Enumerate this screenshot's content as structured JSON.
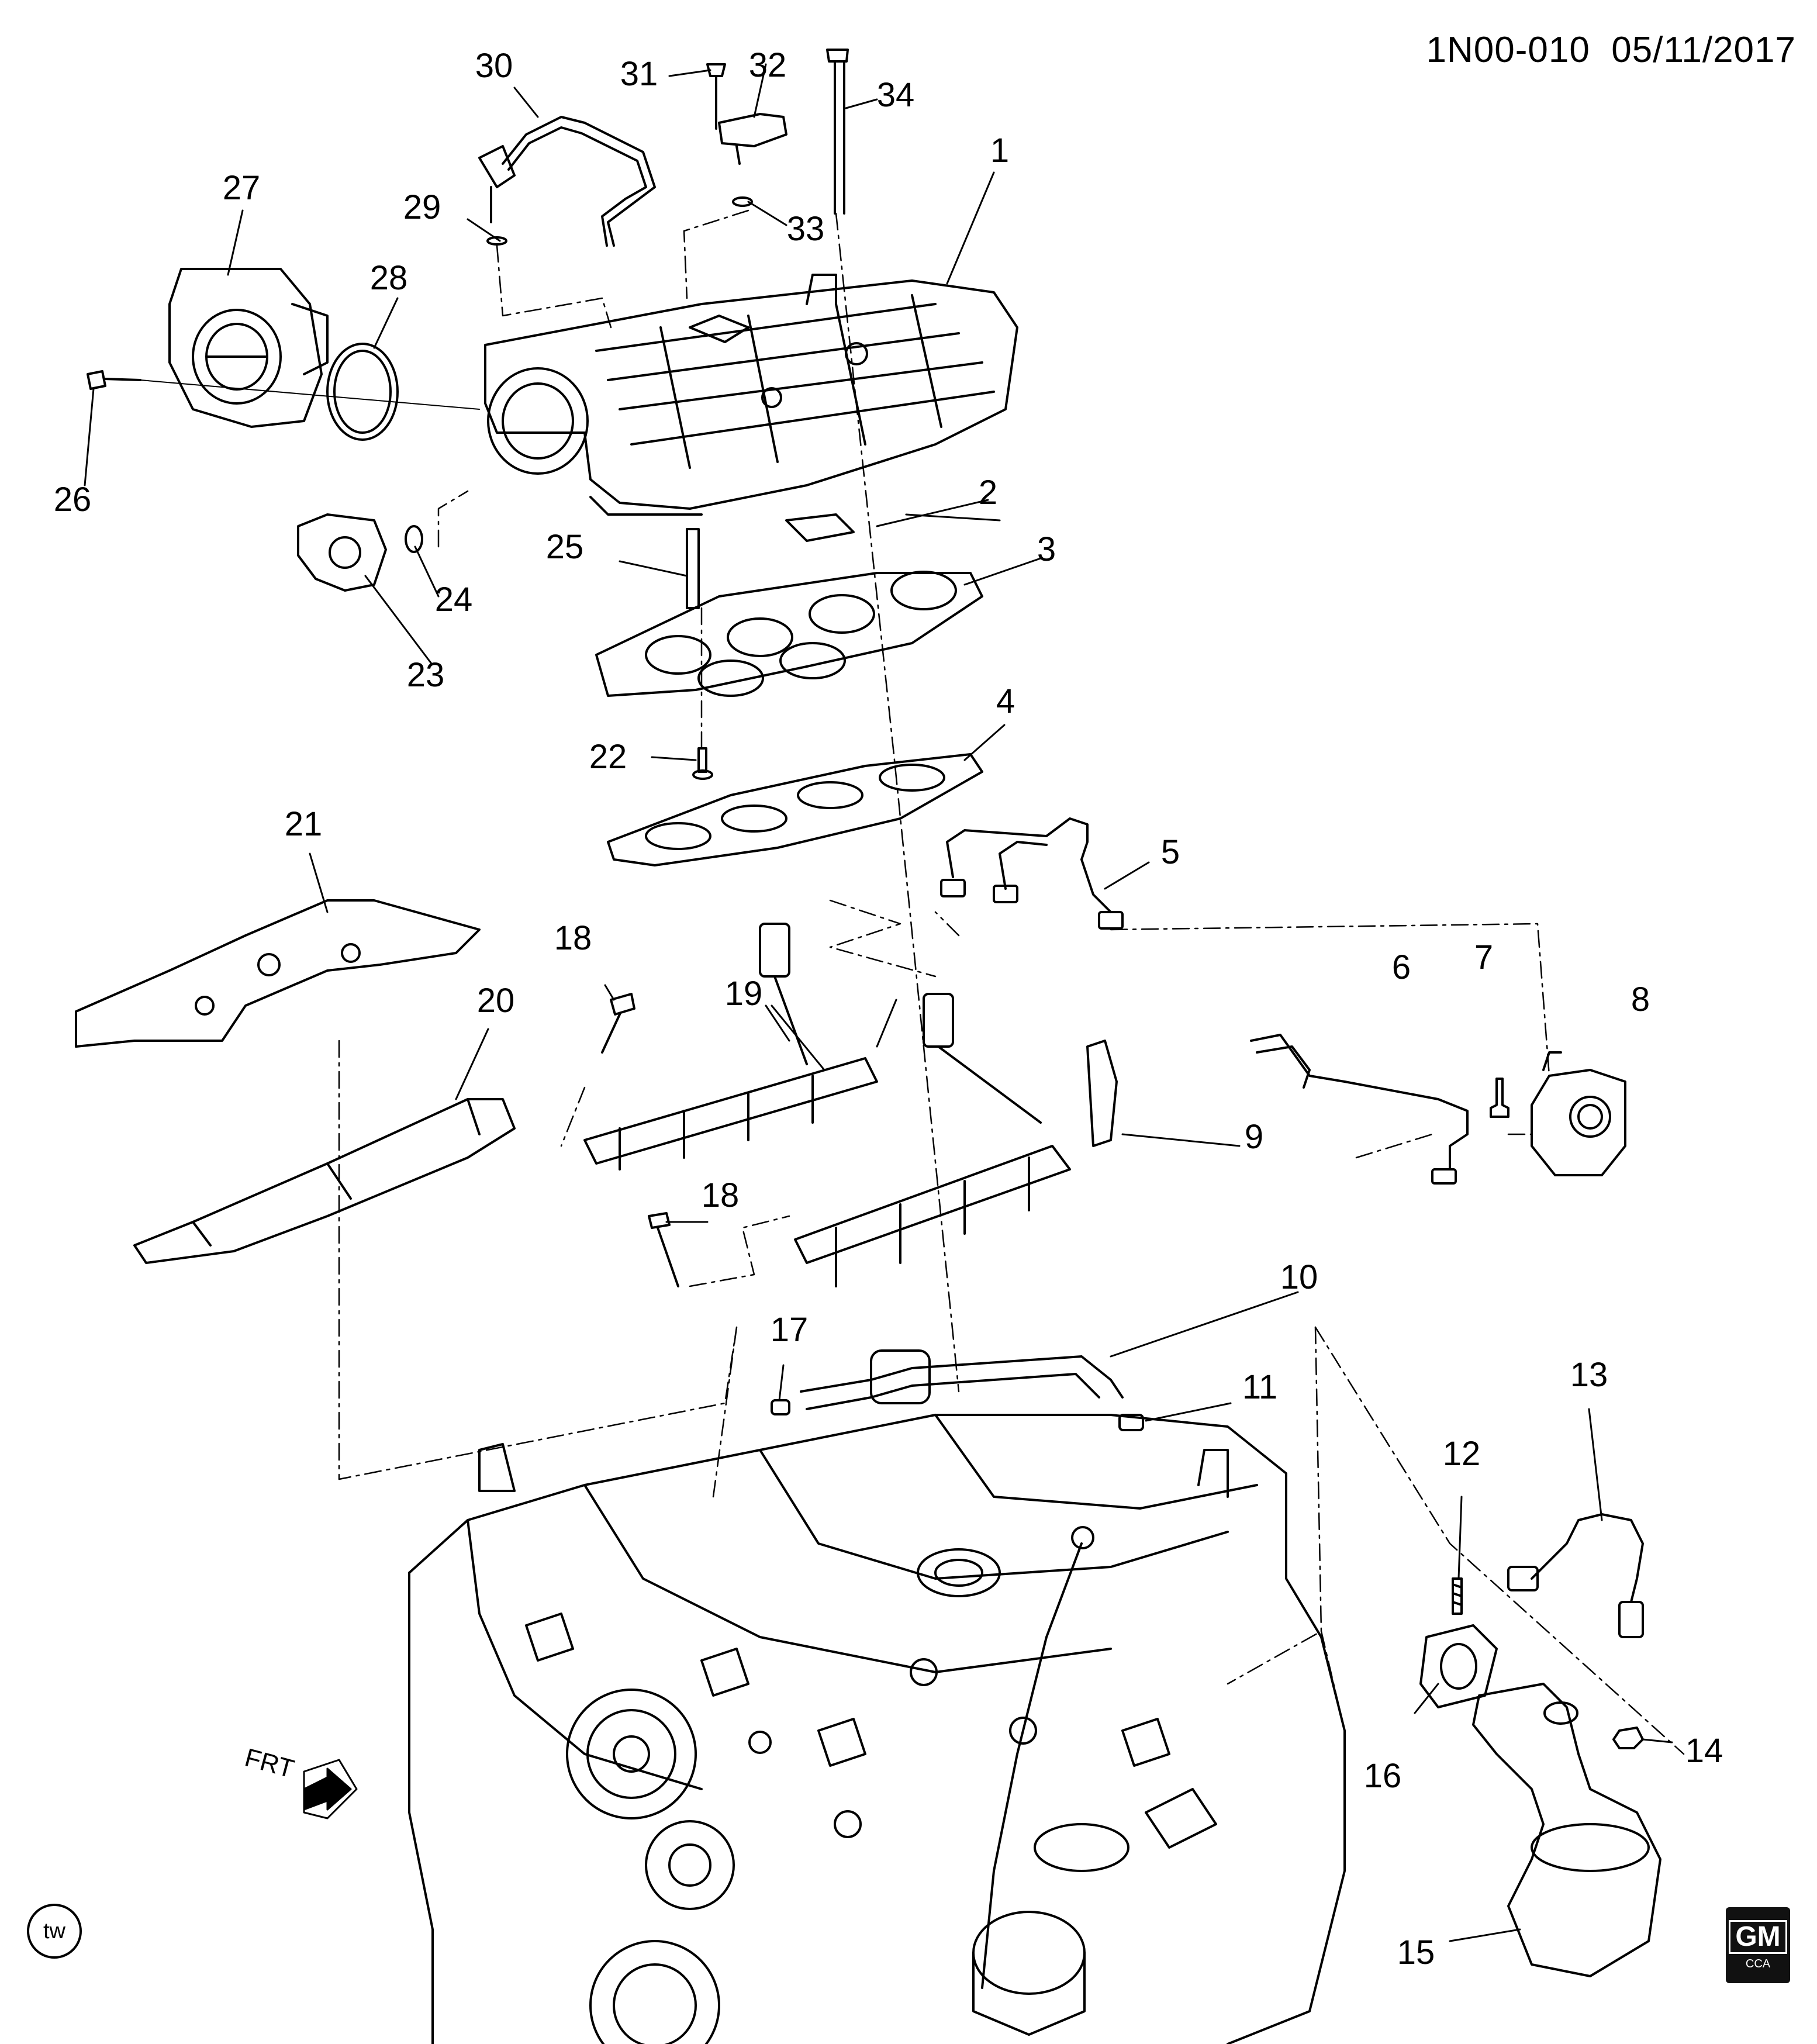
{
  "header": {
    "diagram_code": "1N00-010",
    "date": "05/11/2017"
  },
  "badges": {
    "tw": "tw",
    "gm": "GM",
    "cca": "CCA",
    "front_arrow": "FRT"
  },
  "callouts": {
    "c1": "1",
    "c2": "2",
    "c3": "3",
    "c4": "4",
    "c5": "5",
    "c6": "6",
    "c7": "7",
    "c8": "8",
    "c9": "9",
    "c10": "10",
    "c11": "11",
    "c12": "12",
    "c13": "13",
    "c14": "14",
    "c15": "15",
    "c16": "16",
    "c17": "17",
    "c18a": "18",
    "c18b": "18",
    "c19": "19",
    "c20": "20",
    "c21": "21",
    "c22": "22",
    "c23": "23",
    "c24": "24",
    "c25": "25",
    "c26": "26",
    "c27": "27",
    "c28": "28",
    "c29": "29",
    "c30": "30",
    "c31": "31",
    "c32": "32",
    "c33": "33",
    "c34": "34"
  }
}
